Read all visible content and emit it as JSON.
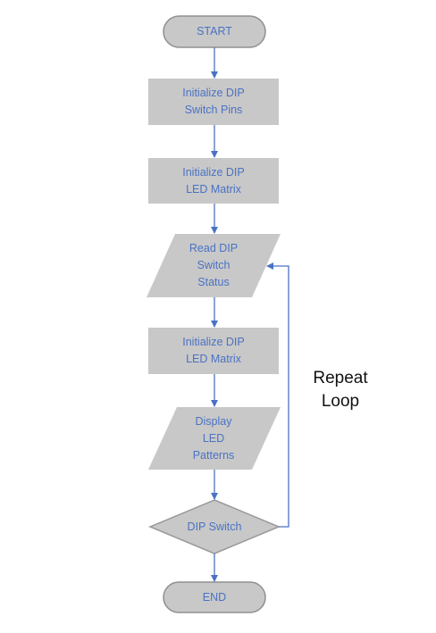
{
  "diagram": {
    "nodes": {
      "start": "START",
      "init_pins": "Initialize DIP\nSwitch Pins",
      "init_matrix_1": "Initialize DIP\nLED Matrix",
      "read_status": "Read DIP\nSwitch\nStatus",
      "init_matrix_2": "Initialize DIP\nLED Matrix",
      "display": "Display\nLED\nPatterns",
      "decision": "DIP Switch",
      "end": "END"
    },
    "loop_label": "Repeat\nLoop",
    "colors": {
      "shape_fill": "#c8c8c8",
      "shape_stroke": "#9a9a9a",
      "arrow": "#4a72c4",
      "node_text": "#4a72c4",
      "loop_text": "#111111"
    }
  }
}
